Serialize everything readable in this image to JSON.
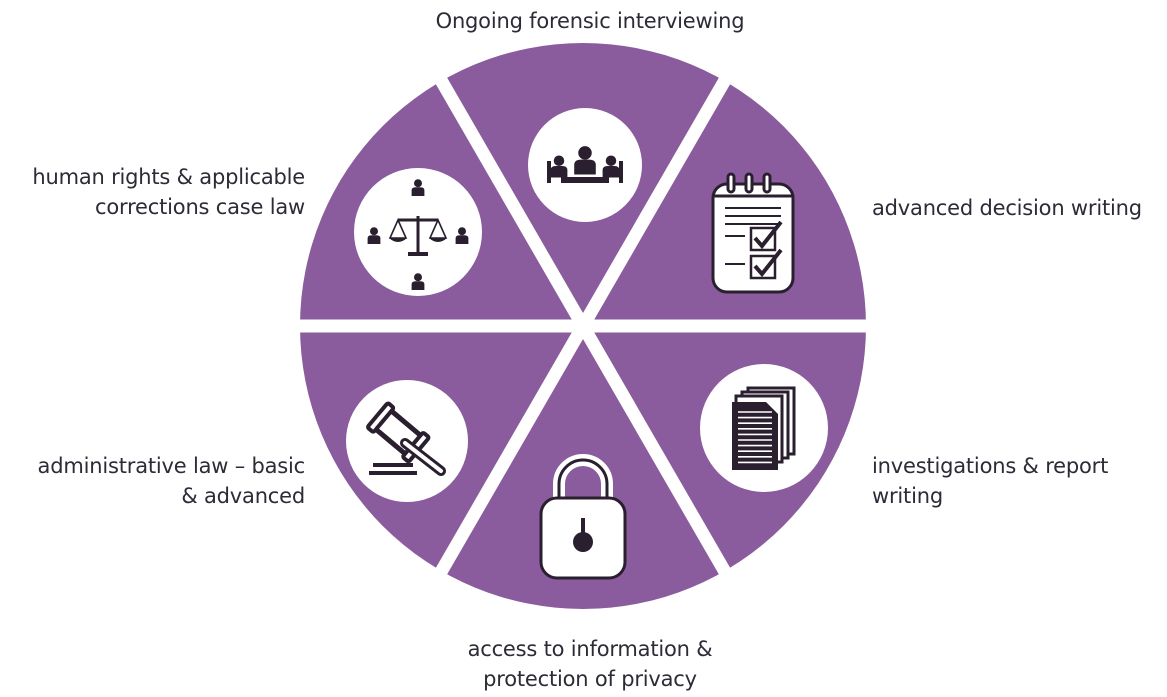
{
  "colors": {
    "wedge": "#8a5c9e",
    "gap": "#ffffff",
    "icon_circle": "#ffffff",
    "icon_ink": "#2a1f2e"
  },
  "segments": [
    {
      "id": "top",
      "label_lines": [
        "Ongoing forensic interviewing"
      ],
      "icon": "meeting-people-icon"
    },
    {
      "id": "upper-right",
      "label_lines": [
        "advanced decision writing"
      ],
      "icon": "checklist-notepad-icon"
    },
    {
      "id": "lower-right",
      "label_lines": [
        "investigations & report",
        "writing"
      ],
      "icon": "document-stack-icon"
    },
    {
      "id": "bottom",
      "label_lines": [
        "access to information &",
        "protection of privacy"
      ],
      "icon": "padlock-icon"
    },
    {
      "id": "lower-left",
      "label_lines": [
        "administrative law – basic",
        "& advanced"
      ],
      "icon": "gavel-icon"
    },
    {
      "id": "upper-left",
      "label_lines": [
        "human rights & applicable",
        "corrections case law"
      ],
      "icon": "scales-people-icon"
    }
  ]
}
